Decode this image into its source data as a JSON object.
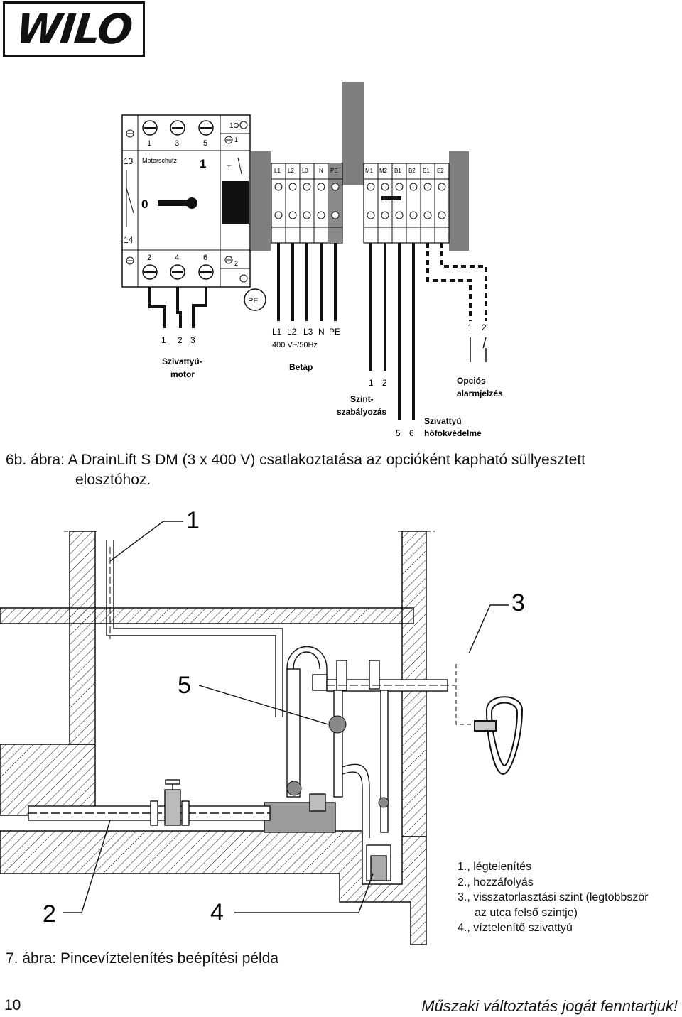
{
  "brand": {
    "logo": "WILO"
  },
  "figure6b": {
    "caption_line1": "6b. ábra: A DrainLift S DM (3 x 400 V) csatlakoztatása az opcióként kapható süllyesztett",
    "caption_line2": "elosztóhoz.",
    "panel": {
      "motorschutz": "Motorschutz",
      "top_terminals": [
        "1",
        "3",
        "5"
      ],
      "bottom_terminals": [
        "2",
        "4",
        "6"
      ],
      "left_top": "13",
      "left_bottom": "14",
      "switch_on": "1",
      "switch_off": "0",
      "t_label": "T",
      "aux_top1": "1O",
      "aux_top2": "1",
      "aux_bottom": "2",
      "pe": "PE"
    },
    "terminal_block_1": [
      "L1",
      "L2",
      "L3",
      "N",
      "PE"
    ],
    "terminal_block_2": [
      "M1",
      "M2",
      "B1",
      "B2",
      "E1",
      "E2"
    ],
    "motor_label_nums": [
      "1",
      "2",
      "3"
    ],
    "motor_label": [
      "Szivattyú-",
      "motor"
    ],
    "supply_nums": [
      "L1",
      "L2",
      "L3",
      "N",
      "PE"
    ],
    "supply_spec": "400 V~/50Hz",
    "supply_label": "Betáp",
    "level_nums": [
      "1",
      "2"
    ],
    "level_label": [
      "Szint-",
      "szabályozás"
    ],
    "thermal_nums": [
      "5",
      "6"
    ],
    "thermal_label": [
      "Szivattyú",
      "hőfokvédelme"
    ],
    "alarm_nums": [
      "1",
      "2"
    ],
    "alarm_label": [
      "Opciós",
      "alarmjelzés"
    ]
  },
  "figure7": {
    "callouts": [
      "1",
      "2",
      "3",
      "4",
      "5"
    ],
    "caption": "7. ábra: Pincevíztelenítés beépítési példa",
    "legend": [
      "1., légtelenítés",
      "2., hozzáfolyás",
      "3., visszatorlasztási szint (legtöbbször",
      "az utca felső szintje)",
      "4., víztelenítő szivattyú"
    ]
  },
  "footer": {
    "page_number": "10",
    "note": "Műszaki változtatás jogát fenntartjuk!"
  }
}
